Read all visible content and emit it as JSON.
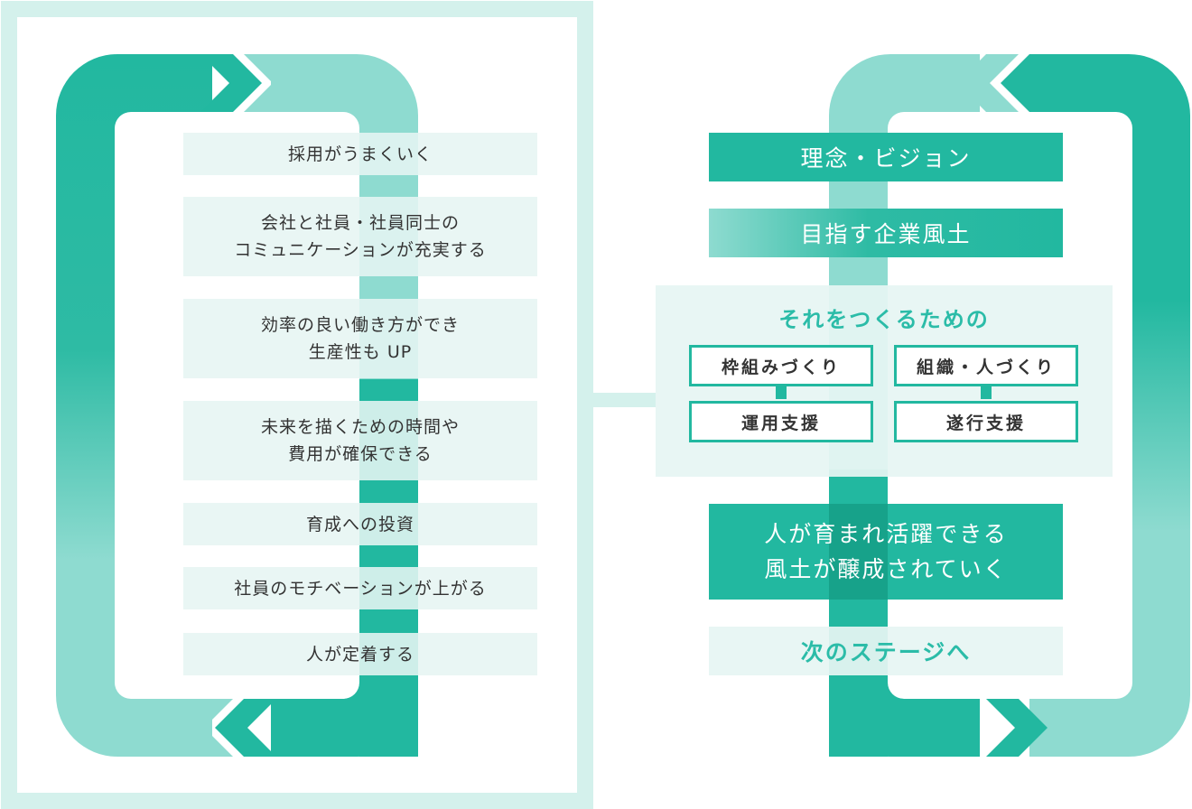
{
  "colors": {
    "frame": "#d4f1ec",
    "teal_dark": "#22b8a0",
    "teal_light": "#8edbd0",
    "teal_deep": "#0f8f78",
    "box_pale": "#e6f5f3",
    "text_dark": "#333333",
    "text_accent": "#2bbca8"
  },
  "icons": [
    "chevron-right-icon",
    "chevron-left-icon"
  ],
  "left_cycle": {
    "items": [
      "採用がうまくいく",
      "会社と社員・社員同士の\nコミュニケーションが充実する",
      "効率の良い働き方ができ\n生産性も UP",
      "未来を描くための時間や\n費用が確保できる",
      "育成への投資",
      "社員のモチベーションが上がる",
      "人が定着する"
    ]
  },
  "right_cycle": {
    "vision": "理念・ビジョン",
    "target_culture": "目指す企業風土",
    "support": {
      "title": "それをつくるための",
      "framework": "枠組みづくり",
      "operation": "運用支援",
      "people": "組織・人づくり",
      "execution": "遂行支援"
    },
    "result": "人が育まれ活躍できる\n風土が醸成されていく",
    "next": "次のステージへ"
  }
}
